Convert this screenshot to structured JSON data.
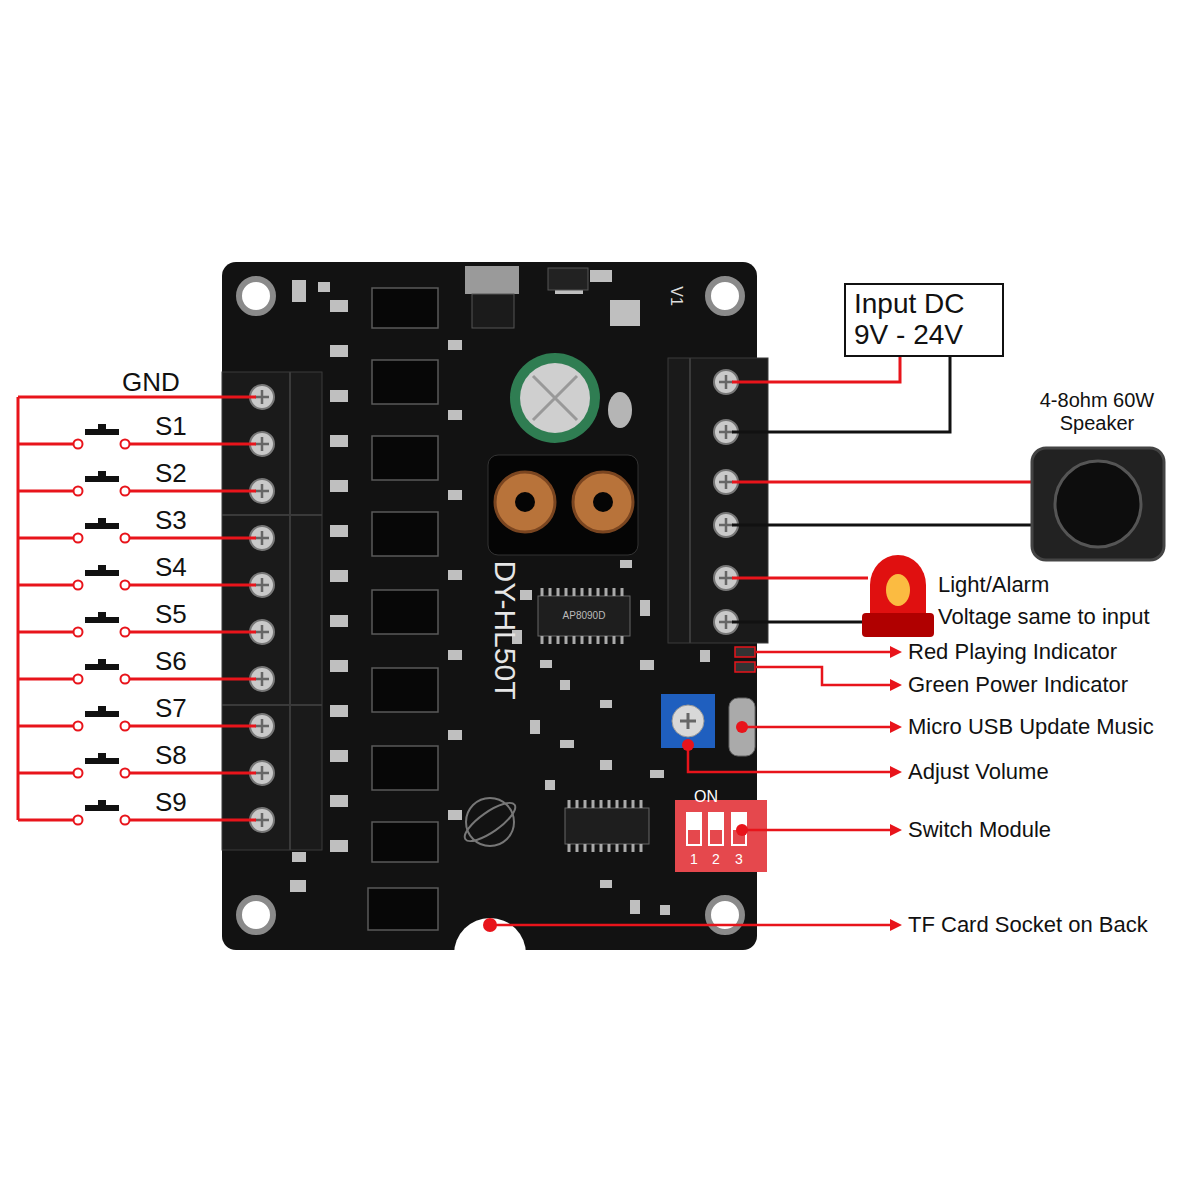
{
  "diagram": {
    "nodes": [
      {
        "text": [
          "Input DC 9V - 24V"
        ]
      }
    ],
    "labels": [
      "GND",
      "S1",
      "S2",
      "S3",
      "S4",
      "S5",
      "S6",
      "S7",
      "S8",
      "S9",
      "4-8ohm 60W Speaker",
      "Light/Alarm",
      "Voltage same to input",
      "Red Playing Indicator",
      "Green Power Indicator",
      "Micro USB Update Music",
      "Adjust Volume",
      "Switch Module",
      "TF Card Socket on Back",
      "DY-HL50T",
      "V1",
      "ON",
      "1",
      "2",
      "3",
      "AP8090D"
    ]
  }
}
